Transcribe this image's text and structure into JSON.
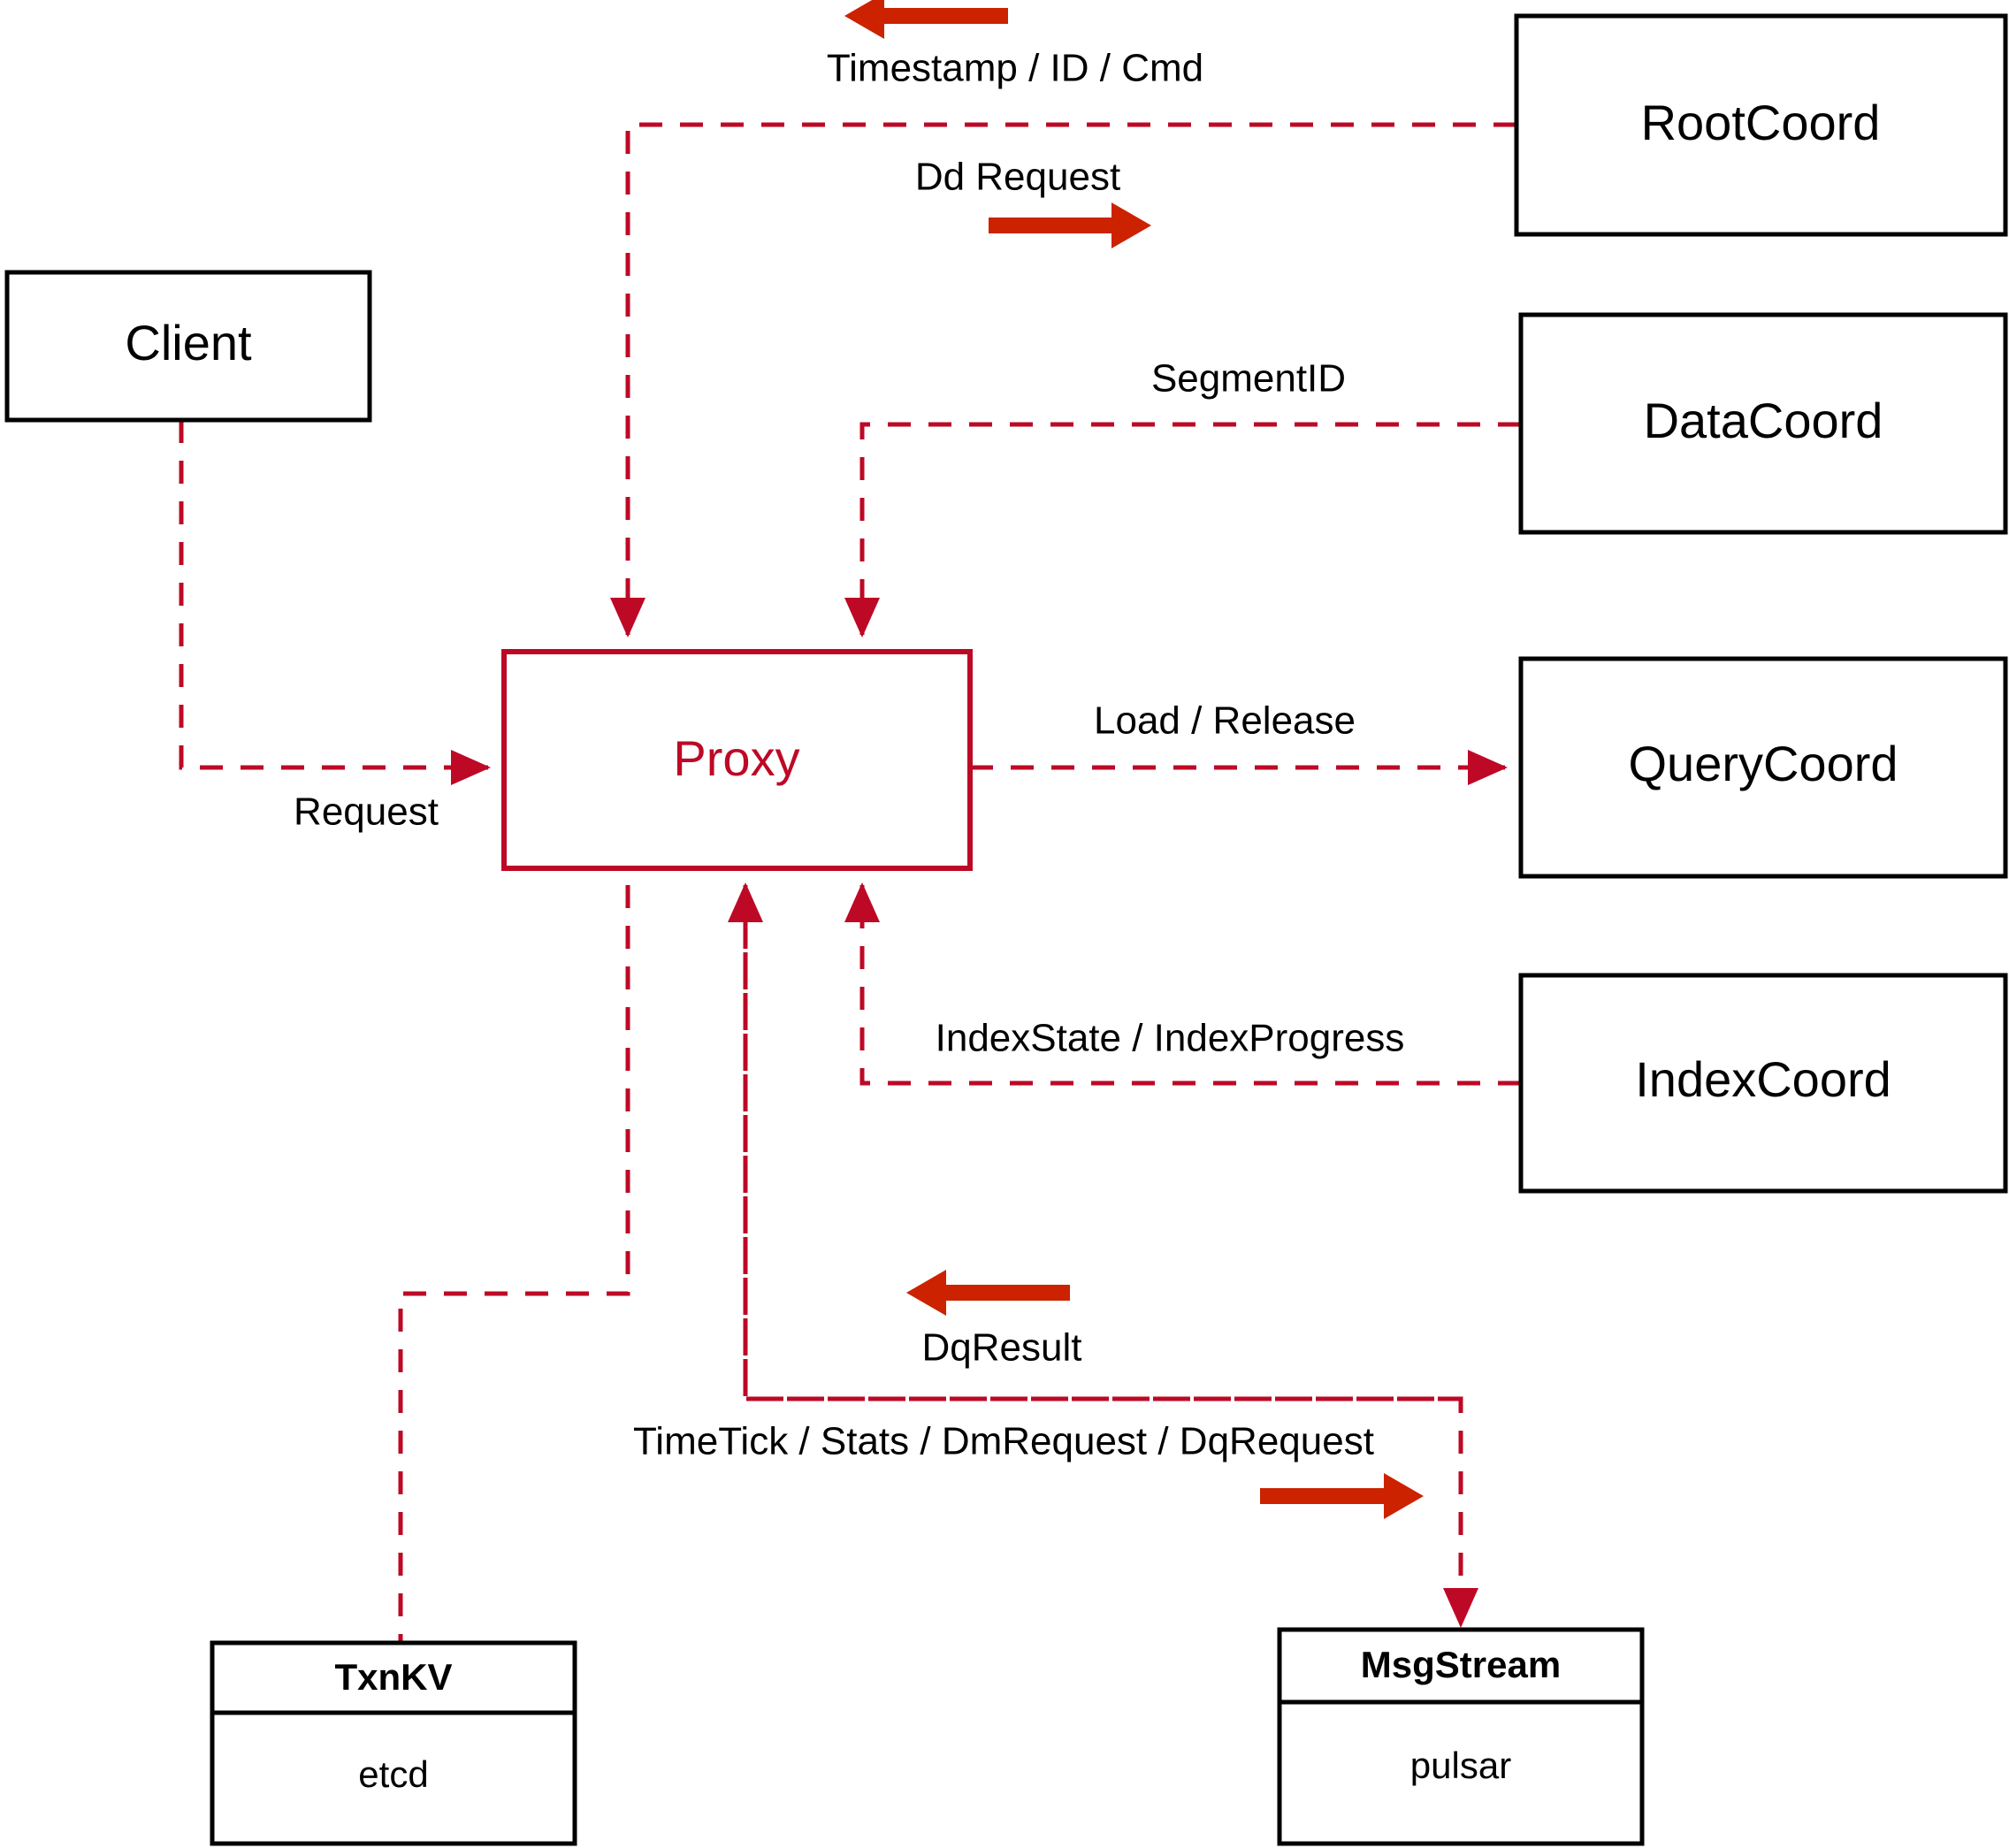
{
  "diagram": {
    "title": "Milvus Proxy interaction diagram",
    "colors": {
      "accent": "#bd0926",
      "flow_arrow": "#cc2200",
      "node_border": "#000000",
      "background": "#ffffff"
    },
    "nodes": [
      {
        "id": "client",
        "label": "Client",
        "style": "plain"
      },
      {
        "id": "proxy",
        "label": "Proxy",
        "style": "accent"
      },
      {
        "id": "rootcoord",
        "label": "RootCoord",
        "style": "plain"
      },
      {
        "id": "datacoord",
        "label": "DataCoord",
        "style": "plain"
      },
      {
        "id": "querycoord",
        "label": "QueryCoord",
        "style": "plain"
      },
      {
        "id": "indexcoord",
        "label": "IndexCoord",
        "style": "plain"
      },
      {
        "id": "txnkv",
        "header": "TxnKV",
        "body": "etcd",
        "style": "split"
      },
      {
        "id": "msgstream",
        "header": "MsgStream",
        "body": "pulsar",
        "style": "split"
      }
    ],
    "edge_labels": {
      "timestamp_id_cmd": "Timestamp / ID / Cmd",
      "dd_request": "Dd Request",
      "segment_id": "SegmentID",
      "request": "Request",
      "load_release": "Load / Release",
      "index_state_progress": "IndexState / IndexProgress",
      "dq_result": "DqResult",
      "timetick_stats": "TimeTick / Stats / DmRequest / DqRequest"
    },
    "edges": [
      {
        "from": "rootcoord",
        "to": "proxy",
        "label": "Timestamp / ID / Cmd",
        "direction": "left"
      },
      {
        "from": "proxy",
        "to": "rootcoord",
        "label": "Dd Request",
        "direction": "right"
      },
      {
        "from": "datacoord",
        "to": "proxy",
        "label": "SegmentID",
        "direction": "left"
      },
      {
        "from": "client",
        "to": "proxy",
        "label": "Request",
        "direction": "right"
      },
      {
        "from": "proxy",
        "to": "querycoord",
        "label": "Load / Release",
        "direction": "right"
      },
      {
        "from": "indexcoord",
        "to": "proxy",
        "label": "IndexState / IndexProgress",
        "direction": "left"
      },
      {
        "from": "msgstream",
        "to": "proxy",
        "label": "DqResult",
        "direction": "left"
      },
      {
        "from": "proxy",
        "to": "msgstream",
        "label": "TimeTick / Stats / DmRequest / DqRequest",
        "direction": "right"
      },
      {
        "from": "proxy",
        "to": "txnkv",
        "label": "",
        "direction": "down"
      }
    ]
  }
}
